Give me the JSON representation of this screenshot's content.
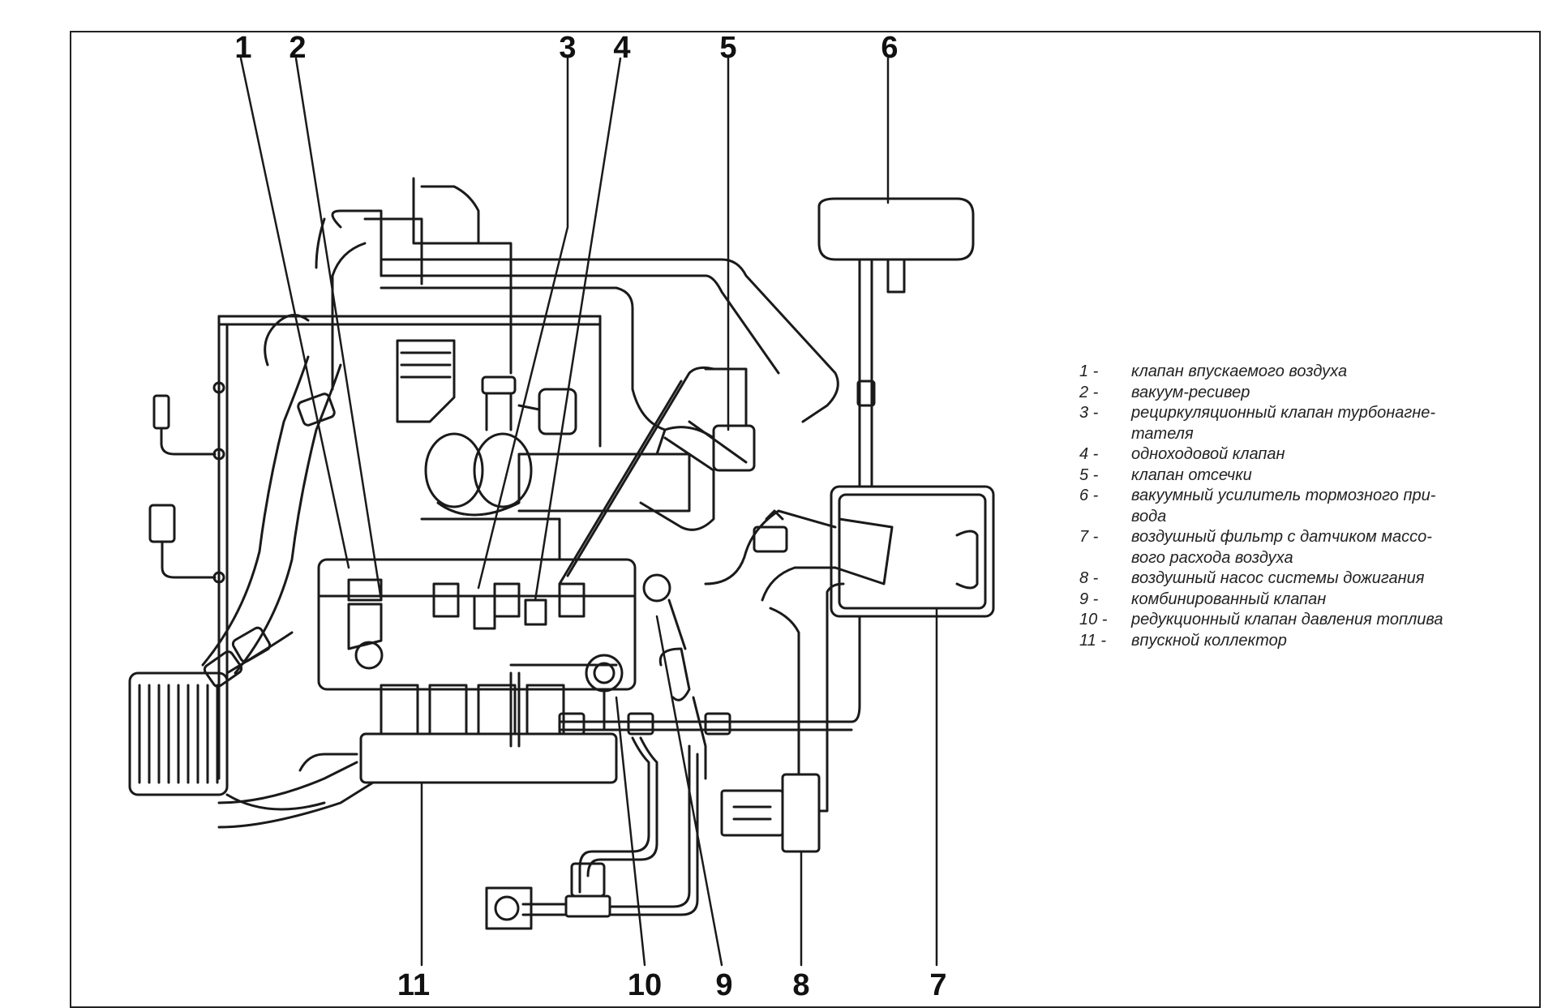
{
  "callouts": [
    "1",
    "2",
    "3",
    "4",
    "5",
    "6",
    "7",
    "8",
    "9",
    "10",
    "11"
  ],
  "legend": [
    {
      "key": "1 -",
      "text": "клапан впускаемого воздуха"
    },
    {
      "key": "2 -",
      "text": "вакуум-ресивер"
    },
    {
      "key": "3 -",
      "text": "рециркуляционный клапан турбонагне-"
    },
    {
      "key": "",
      "text": "тателя"
    },
    {
      "key": "4 -",
      "text": "одноходовой клапан"
    },
    {
      "key": "5 -",
      "text": "клапан отсечки"
    },
    {
      "key": "6 -",
      "text": "вакуумный усилитель тормозного при-"
    },
    {
      "key": "",
      "text": "вода"
    },
    {
      "key": "7 -",
      "text": "воздушный фильтр с датчиком массо-"
    },
    {
      "key": "",
      "text": "вого расхода воздуха"
    },
    {
      "key": "8 -",
      "text": "воздушный насос системы дожигания"
    },
    {
      "key": "9 -",
      "text": "комбинированный клапан"
    },
    {
      "key": "10 -",
      "text": "редукционный клапан давления топлива"
    },
    {
      "key": "11 -",
      "text": "впускной коллектор"
    }
  ],
  "colors": {
    "line": "#1a1a1a",
    "paper": "#ffffff"
  }
}
